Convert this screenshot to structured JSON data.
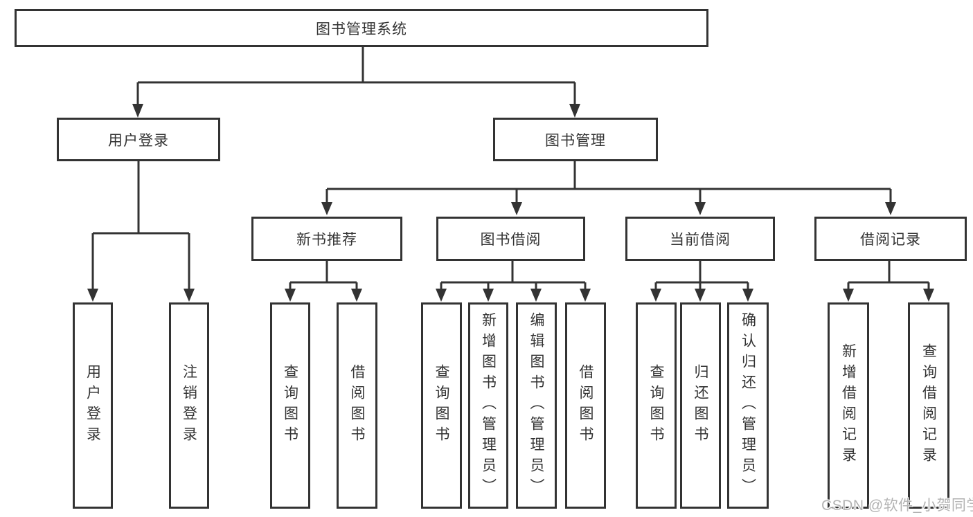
{
  "nodes": {
    "root": "图书管理系统",
    "level2": [
      "用户登录",
      "图书管理"
    ],
    "level3": [
      "新书推荐",
      "图书借阅",
      "当前借阅",
      "借阅记录"
    ],
    "leaves_login": [
      "用户登录",
      "注销登录"
    ],
    "leaves_newbook": [
      "查询图书",
      "借阅图书"
    ],
    "leaves_borrow": [
      "查询图书",
      "新增图书（管理员）",
      "编辑图书（管理员）",
      "借阅图书"
    ],
    "leaves_current": [
      "查询图书",
      "归还图书",
      "确认归还（管理员）"
    ],
    "leaves_records": [
      "新增借阅记录",
      "查询借阅记录"
    ]
  },
  "watermark": "CSDN @软件_小贺同学",
  "colors": {
    "line": "#333333",
    "box_border": "#333333",
    "text": "#333333",
    "watermark": "#b3b3b3",
    "background": "#ffffff"
  }
}
